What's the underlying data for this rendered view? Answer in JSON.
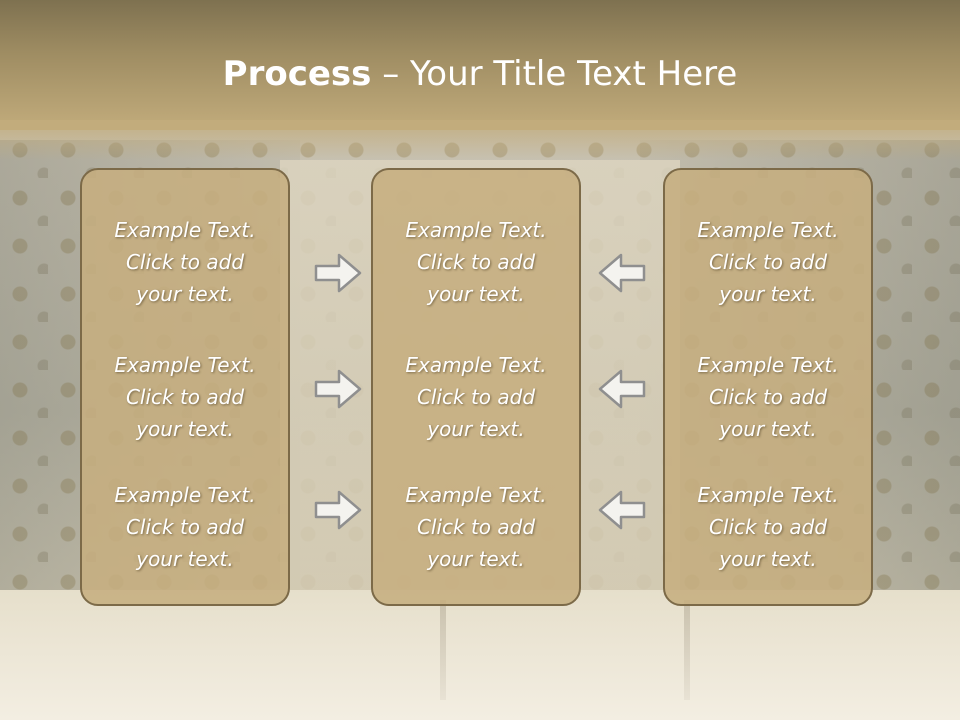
{
  "title": {
    "bold": "Process",
    "dash": " – ",
    "rest": "Your Title Text Here"
  },
  "columns": [
    {
      "items": [
        [
          "Example Text.",
          "Click  to add",
          "your text."
        ],
        [
          "Example Text.",
          "Click  to add",
          "your text."
        ],
        [
          "Example Text.",
          "Click  to add",
          "your text."
        ]
      ]
    },
    {
      "items": [
        [
          "Example Text.",
          "Click  to add",
          "your text."
        ],
        [
          "Example Text.",
          "Click  to add",
          "your text."
        ],
        [
          "Example Text.",
          "Click  to add",
          "your text."
        ]
      ]
    },
    {
      "items": [
        [
          "Example Text.",
          "Click  to add",
          "your text."
        ],
        [
          "Example Text.",
          "Click  to add",
          "your text."
        ],
        [
          "Example Text.",
          "Click  to add",
          "your text."
        ]
      ]
    }
  ],
  "arrows": {
    "left": [
      "arrow-right-icon",
      "arrow-right-icon",
      "arrow-right-icon"
    ],
    "right": [
      "arrow-left-icon",
      "arrow-left-icon",
      "arrow-left-icon"
    ]
  },
  "colors": {
    "panel": "#c6ae80",
    "panel_border": "#7c6a48",
    "title": "#ffffff",
    "arrow": "#9a9a9a"
  }
}
